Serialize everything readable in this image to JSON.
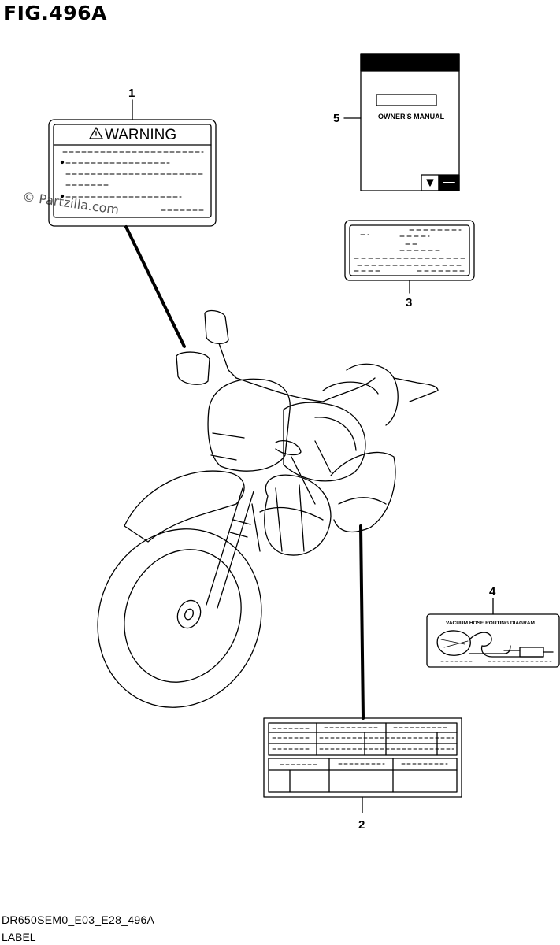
{
  "figure": {
    "title": "FIG.496A",
    "code": "DR650SEM0_E03_E28_496A",
    "name": "LABEL",
    "watermark": "© Partzilla.com"
  },
  "labels": {
    "warning_text": "WARNING",
    "manual_text": "OWNER'S MANUAL",
    "vacuum_text": "VACUUM HOSE ROUTING DIAGRAM"
  },
  "callouts": [
    "1",
    "2",
    "3",
    "4",
    "5"
  ]
}
